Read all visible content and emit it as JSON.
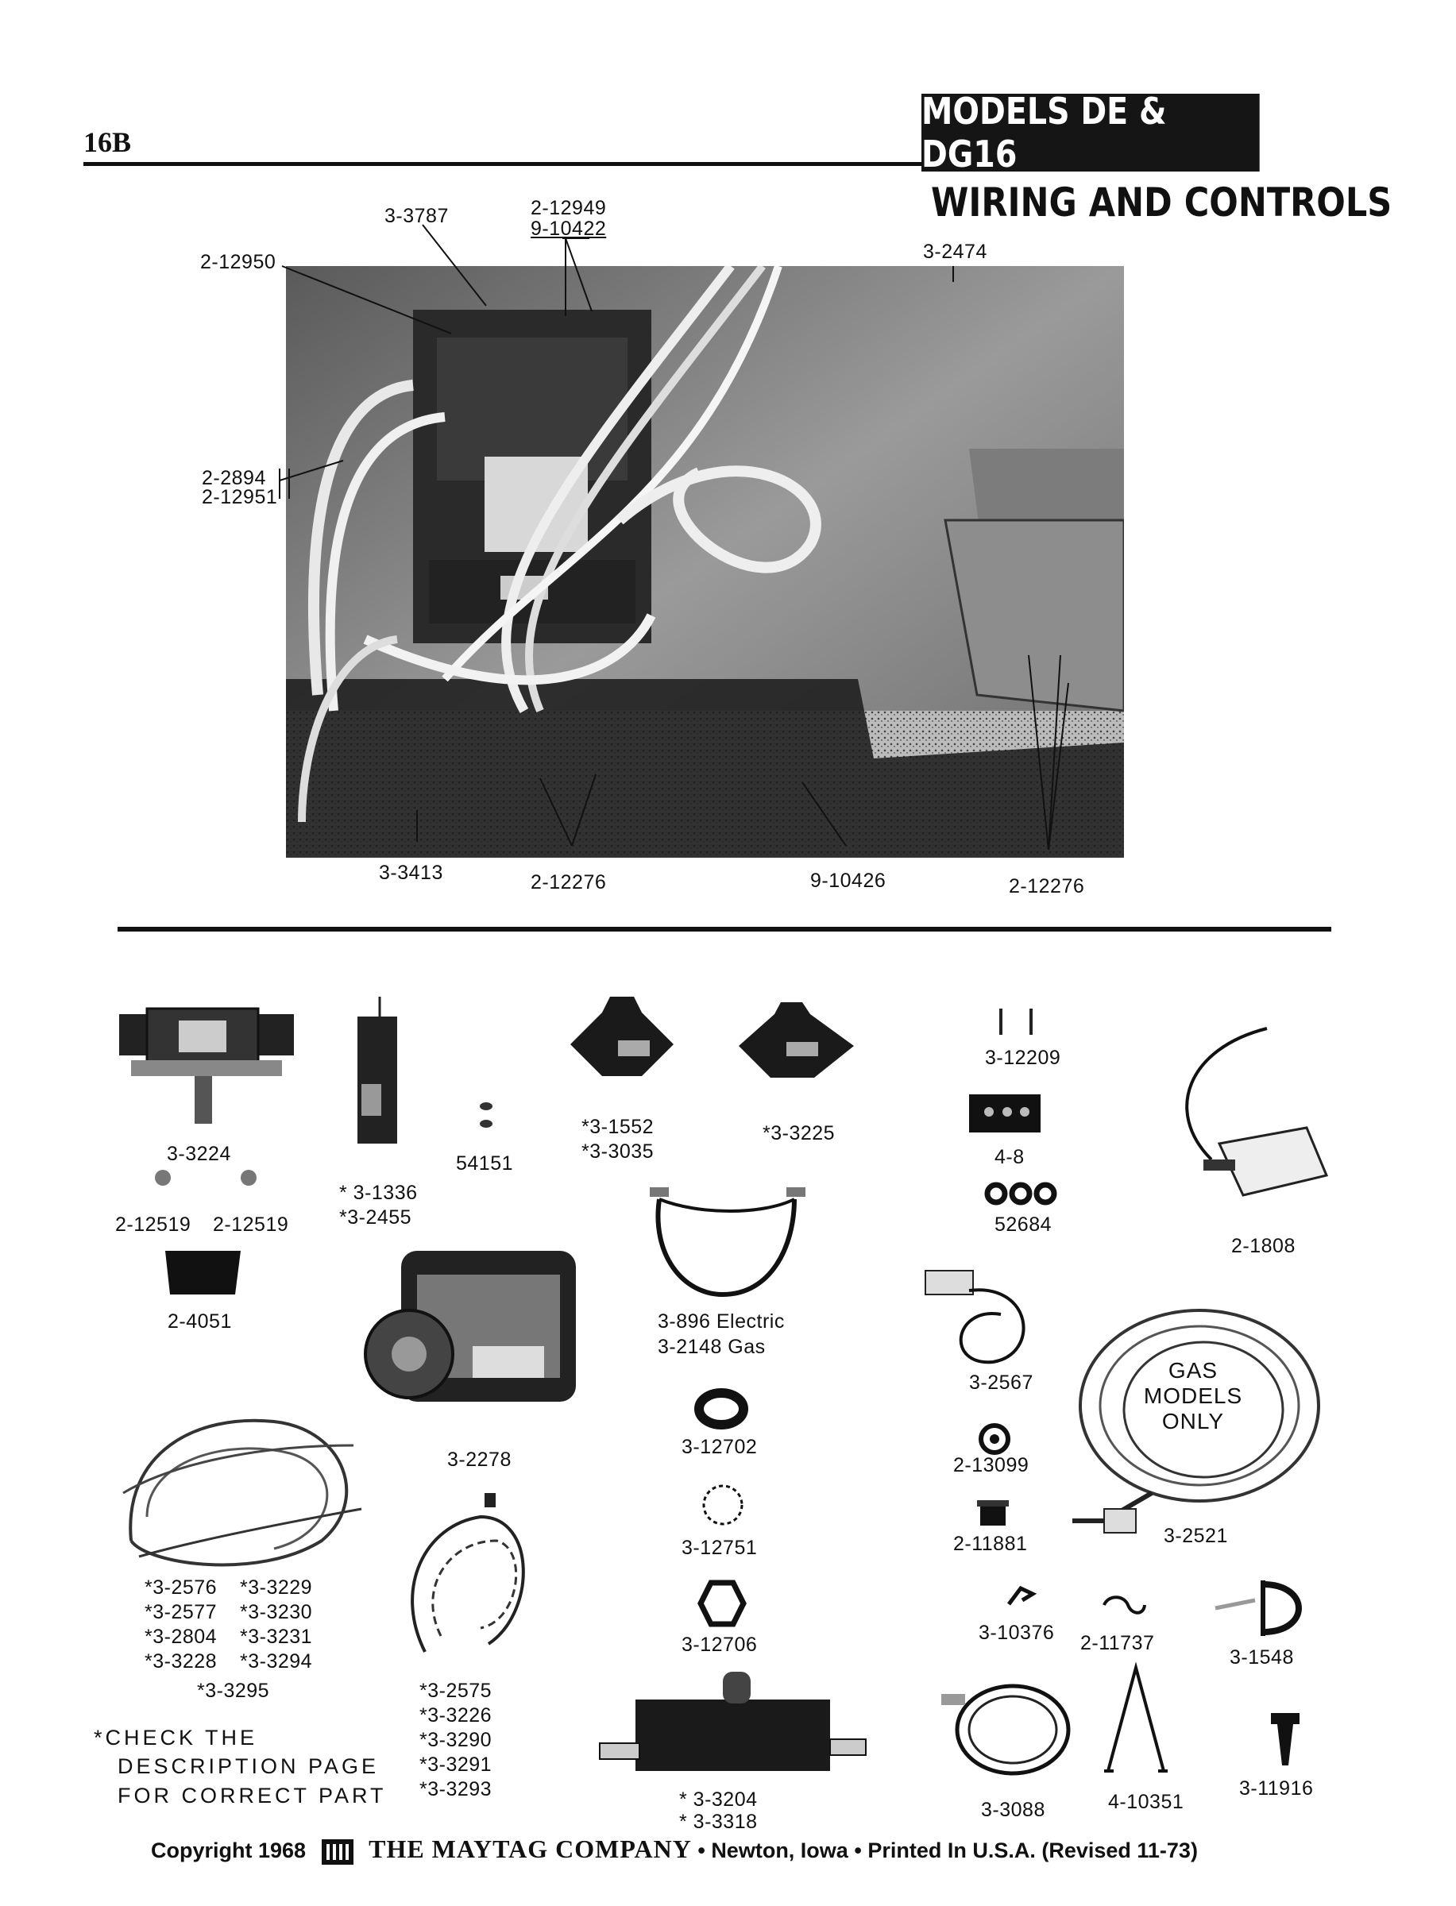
{
  "page_number": "16B",
  "header": {
    "models": "MODELS DE & DG16",
    "section": "WIRING AND CONTROLS"
  },
  "photo_callouts": [
    "3-3787",
    "2-12949",
    "9-10422",
    "2-12950",
    "3-2474",
    "2-2894",
    "2-12951",
    "3-3413",
    "2-12276",
    "9-10426",
    "2-12276"
  ],
  "parts": {
    "p3_3224": "3-3224",
    "p2_12519_a": "2-12519",
    "p2_12519_b": "2-12519",
    "p3_1336": "* 3-1336",
    "p3_2455": "*3-2455",
    "p54151": "54151",
    "p3_1552": "*3-1552",
    "p3_3035": "*3-3035",
    "p3_3225": "*3-3225",
    "p3_12209": "3-12209",
    "p4_8": "4-8",
    "p52684": "52684",
    "p2_1808": "2-1808",
    "p2_4051": "2-4051",
    "p3_896": "3-896  Electric",
    "p3_2148": "3-2148  Gas",
    "p3_2567": "3-2567",
    "p2_13099": "2-13099",
    "p2_11881": "2-11881",
    "p3_2521": "3-2521",
    "p3_2278": "3-2278",
    "p3_12702": "3-12702",
    "p3_12751": "3-12751",
    "p3_12706": "3-12706",
    "p3_10376": "3-10376",
    "p2_11737": "2-11737",
    "p3_1548": "3-1548",
    "p3_11916": "3-11916",
    "p4_10351": "4-10351",
    "p3_3088": "3-3088",
    "p3_3204": "* 3-3204",
    "p3_3318": "* 3-3318"
  },
  "gas_note": [
    "GAS",
    "MODELS",
    "ONLY"
  ],
  "harness_a": [
    "*3-2576",
    "*3-3229",
    "*3-2577",
    "*3-3230",
    "*3-2804",
    "*3-3231",
    "*3-3228",
    "*3-3294",
    "*3-3295"
  ],
  "harness_b": [
    "*3-2575",
    "*3-3226",
    "*3-3290",
    "*3-3291",
    "*3-3293"
  ],
  "check_note": [
    "*CHECK THE",
    "DESCRIPTION PAGE",
    "FOR CORRECT PART"
  ],
  "footer": {
    "copyright": "Copyright 1968",
    "company": "THE MAYTAG COMPANY",
    "location": "Newton, Iowa",
    "printed": "Printed In U.S.A. (Revised  11-73)"
  }
}
